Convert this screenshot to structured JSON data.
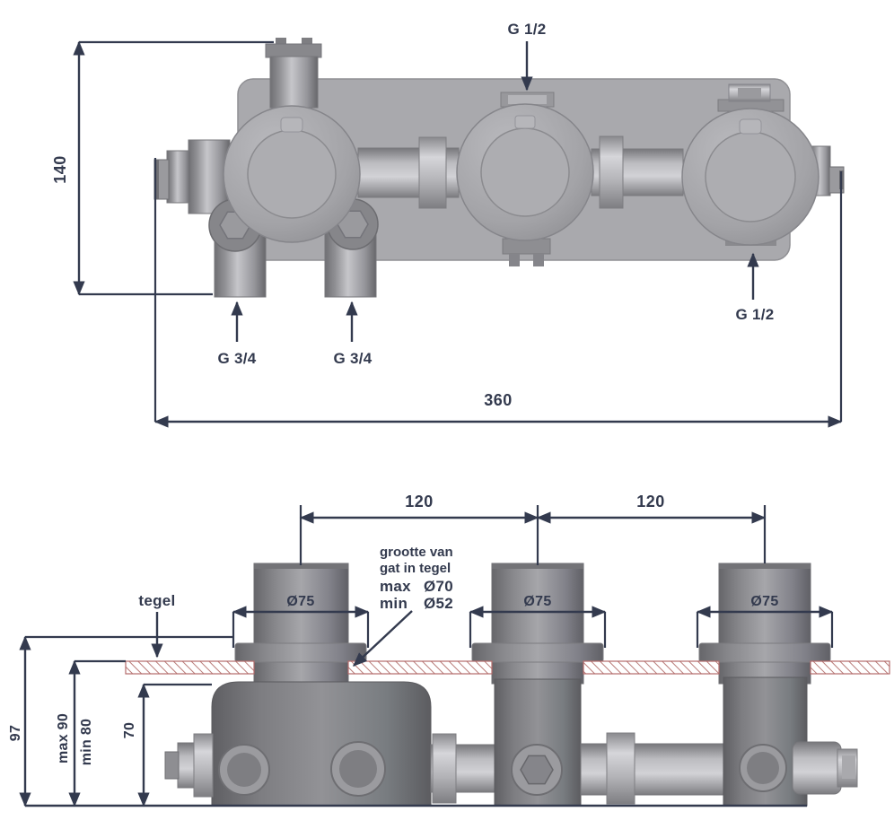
{
  "colors": {
    "line": "#333a4e",
    "metal_light": "#c9c9cd",
    "metal_mid": "#9a9a9e",
    "metal_dark": "#6b6b6f",
    "backplate": "#a9a9ad",
    "tile_hatch_red": "#b97c79"
  },
  "front_view": {
    "dims": {
      "height": "140",
      "width": "360"
    },
    "ports": {
      "top_inlet": "G 1/2",
      "right_inlet": "G 1/2",
      "outlet_left": "G 3/4",
      "outlet_right": "G 3/4"
    }
  },
  "install_view": {
    "dims": {
      "spacing_left": "120",
      "spacing_right": "120",
      "dia_left": "Ø75",
      "dia_middle": "Ø75",
      "dia_right": "Ø75",
      "depth_total": "97",
      "depth_max": "max 90",
      "depth_min": "min 80",
      "depth_body": "70"
    },
    "tile_label": "tegel",
    "hole_note": {
      "line1": "grootte van",
      "line2": "gat in tegel",
      "max_label": "max",
      "max_value": "Ø70",
      "min_label": "min",
      "min_value": "Ø52"
    }
  }
}
